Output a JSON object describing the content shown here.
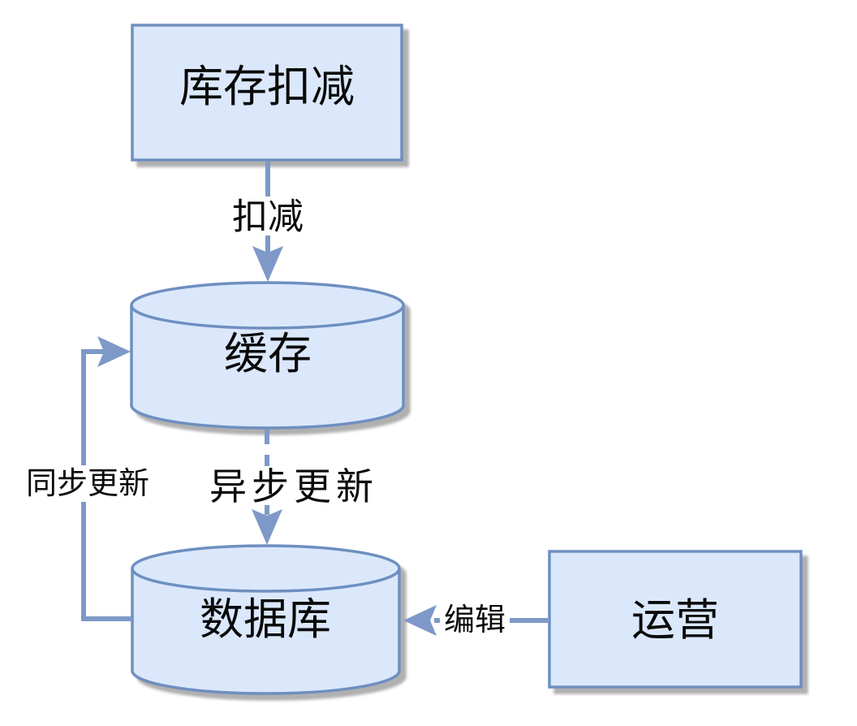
{
  "diagram": {
    "type": "flow-diagram",
    "background": "#ffffff",
    "colors": {
      "node_fill": "#dbe8fb",
      "node_border": "#6e8fc0",
      "arrow": "#7e99c8",
      "text": "#0a0a0a",
      "shadow": "#9c9c9c"
    },
    "nodes": [
      {
        "id": "inventory-deduction",
        "shape": "rectangle",
        "label": "库存扣减"
      },
      {
        "id": "cache",
        "shape": "cylinder",
        "label": "缓存"
      },
      {
        "id": "database",
        "shape": "cylinder",
        "label": "数据库"
      },
      {
        "id": "operations",
        "shape": "rectangle",
        "label": "运营"
      }
    ],
    "edges": [
      {
        "id": "deduct",
        "from": "inventory-deduction",
        "to": "cache",
        "label": "扣减",
        "line": "solid",
        "direction": "down"
      },
      {
        "id": "async-update",
        "from": "cache",
        "to": "database",
        "label": "异步更新",
        "line": "dashed",
        "direction": "down"
      },
      {
        "id": "sync-update",
        "from": "database",
        "to": "cache",
        "label": "同步更新",
        "line": "solid",
        "direction": "up-left-loop"
      },
      {
        "id": "edit",
        "from": "operations",
        "to": "database",
        "label": "编辑",
        "line": "solid",
        "direction": "left"
      }
    ]
  }
}
